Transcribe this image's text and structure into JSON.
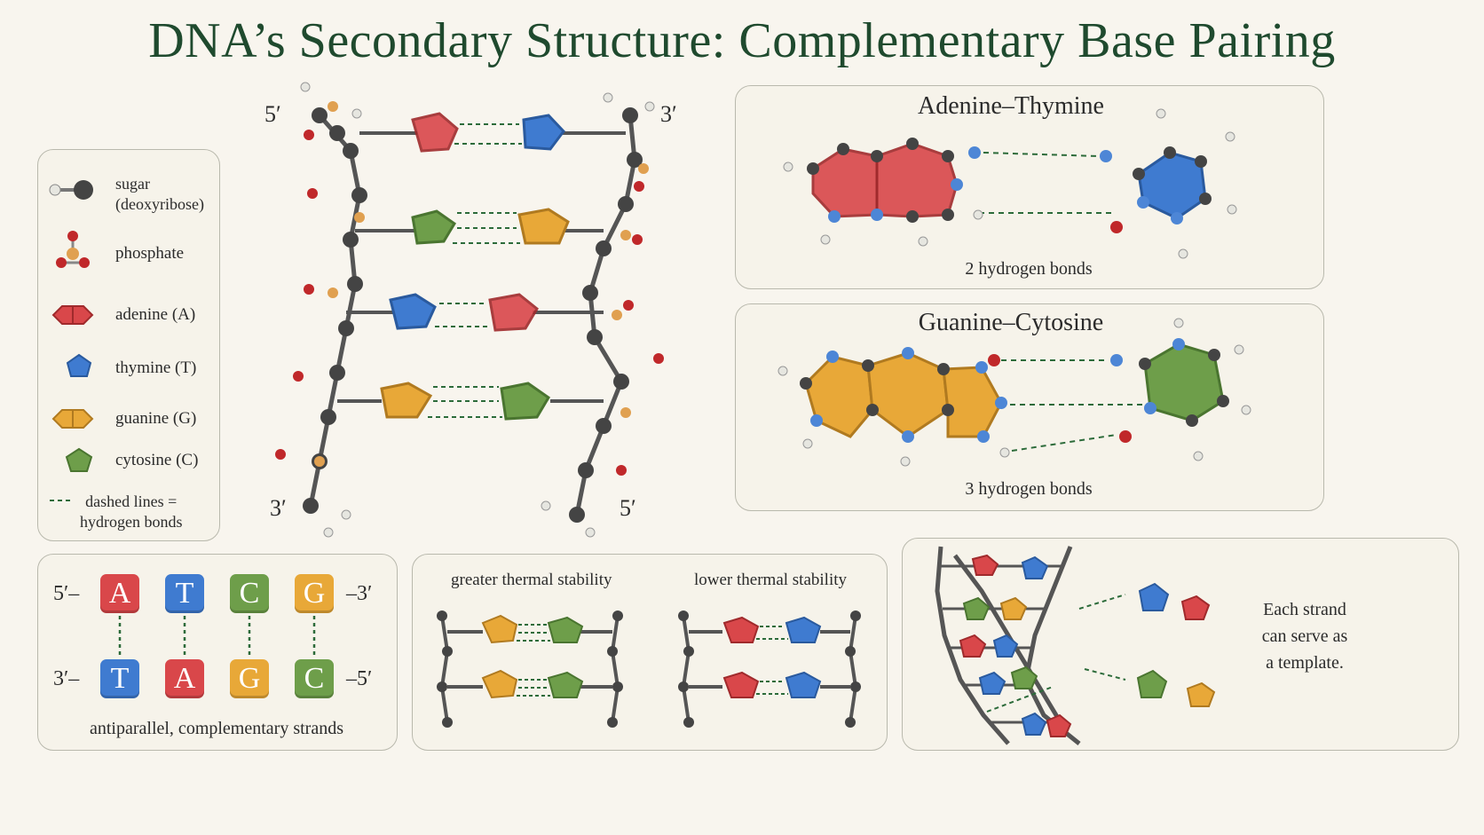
{
  "title": "DNA’s Secondary Structure: Complementary Base Pairing",
  "colors": {
    "adenine": "#d9474a",
    "thymine": "#3f7bd0",
    "guanine": "#e8a838",
    "cytosine": "#6e9e4a",
    "title": "#1f4a2e",
    "hbond": "#2c6b3a"
  },
  "legend": {
    "items": [
      {
        "label": "sugar\n(deoxyribose)",
        "icon": "sugar-icon"
      },
      {
        "label": "phosphate",
        "icon": "phosphate-icon"
      },
      {
        "label": "adenine (A)",
        "icon": "adenine-icon"
      },
      {
        "label": "thymine (T)",
        "icon": "thymine-icon"
      },
      {
        "label": "guanine (G)",
        "icon": "guanine-icon"
      },
      {
        "label": "cytosine (C)",
        "icon": "cytosine-icon"
      },
      {
        "label": "dashed lines =\nhydrogen bonds",
        "icon": "dashed-line-icon"
      }
    ]
  },
  "helix": {
    "top_left": "5′",
    "top_right": "3′",
    "bottom_left": "3′",
    "bottom_right": "5′"
  },
  "at_panel": {
    "title": "Adenine–Thymine",
    "caption": "2 hydrogen bonds"
  },
  "gc_panel": {
    "title": "Guanine–Cytosine",
    "caption": "3 hydrogen bonds"
  },
  "sequence": {
    "top_prefix": "5′–",
    "top_suffix": "–3′",
    "bottom_prefix": "3′–",
    "bottom_suffix": "–5′",
    "top": [
      "A",
      "T",
      "C",
      "G"
    ],
    "bottom": [
      "T",
      "A",
      "G",
      "C"
    ],
    "caption": "antiparallel, complementary strands"
  },
  "stability": {
    "left": "greater thermal stability",
    "right": "lower thermal stability"
  },
  "template": {
    "text": "Each strand\ncan serve as\na template."
  }
}
